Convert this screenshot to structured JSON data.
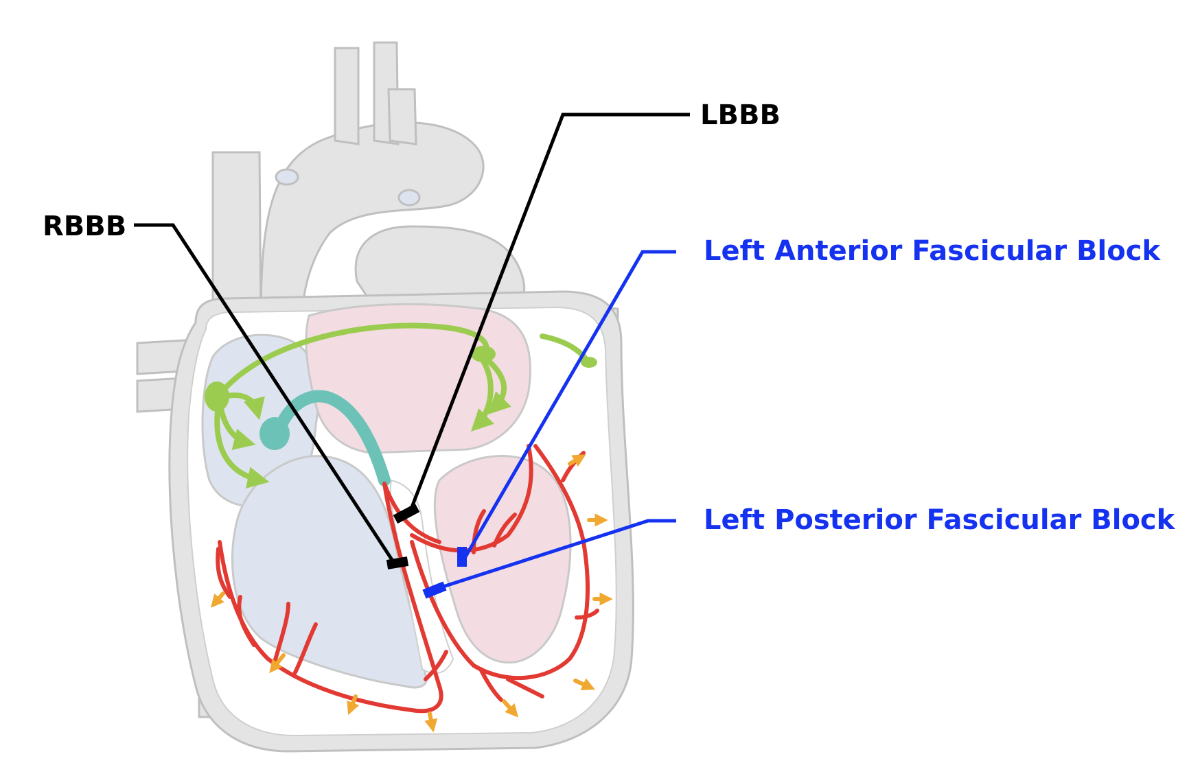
{
  "labels": {
    "lbbb": "LBBB",
    "rbbb": "RBBB",
    "lafb": "Left Anterior Fascicular Block",
    "lpfb": "Left Posterior Fascicular Block"
  },
  "colors": {
    "black_label": "#000000",
    "blue_label": "#1432F0",
    "heart_outline": "#bfbfbf",
    "heart_fill": "#e4e4e4",
    "right_chambers": "#dde4ef",
    "left_chambers": "#f3dde2",
    "atrial_conduction": "#9ccc4f",
    "av_node": "#6cc2b6",
    "purkinje": "#e23a33",
    "ventricular_spread": "#f0a830"
  },
  "icons": {
    "block_marker": "short-bar",
    "spread_arrow": "arrow"
  }
}
